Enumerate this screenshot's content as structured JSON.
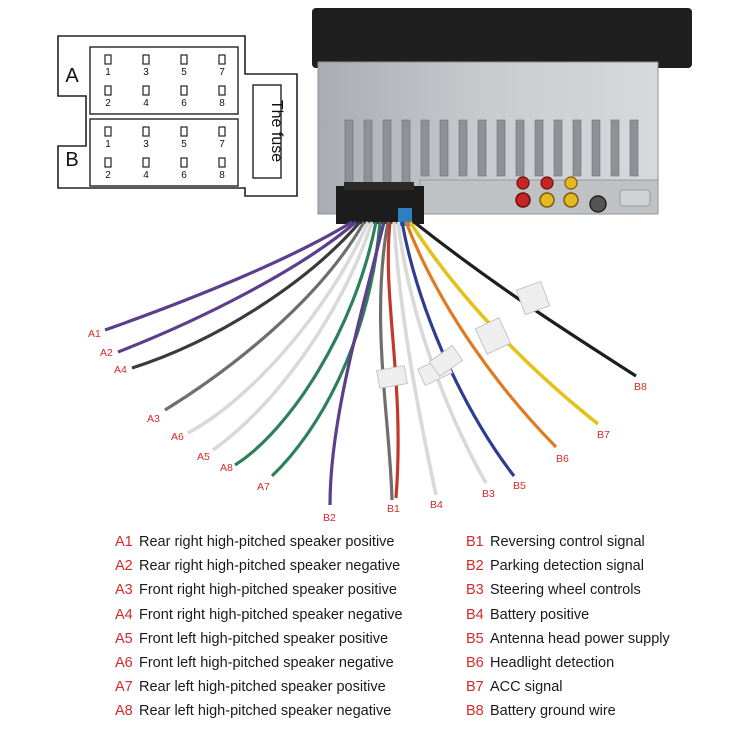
{
  "connector": {
    "row_a_label": "A",
    "row_b_label": "B",
    "fuse_label": "The fuse",
    "top_pins": [
      "1",
      "3",
      "5",
      "7"
    ],
    "bottom_pins": [
      "2",
      "4",
      "6",
      "8"
    ]
  },
  "wire_labels": {
    "A1": "A1",
    "A2": "A2",
    "A4": "A4",
    "A3": "A3",
    "A6": "A6",
    "A5": "A5",
    "A8": "A8",
    "A7": "A7",
    "B2": "B2",
    "B1": "B1",
    "B4": "B4",
    "B3": "B3",
    "B5": "B5",
    "B6": "B6",
    "B7": "B7",
    "B8": "B8"
  },
  "legend": {
    "left": [
      {
        "code": "A1",
        "desc": "Rear right high-pitched speaker positive"
      },
      {
        "code": "A2",
        "desc": "Rear right high-pitched speaker negative"
      },
      {
        "code": "A3",
        "desc": "Front right high-pitched speaker positive"
      },
      {
        "code": "A4",
        "desc": "Front right high-pitched speaker negative"
      },
      {
        "code": "A5",
        "desc": "Front left high-pitched speaker positive"
      },
      {
        "code": "A6",
        "desc": "Front left high-pitched speaker negative"
      },
      {
        "code": "A7",
        "desc": "Rear left high-pitched speaker positive"
      },
      {
        "code": "A8",
        "desc": "Rear left high-pitched speaker negative"
      }
    ],
    "right": [
      {
        "code": "B1",
        "desc": "Reversing control signal"
      },
      {
        "code": "B2",
        "desc": "Parking detection signal"
      },
      {
        "code": "B3",
        "desc": "Steering wheel controls"
      },
      {
        "code": "B4",
        "desc": "Battery positive"
      },
      {
        "code": "B5",
        "desc": "Antenna head power supply"
      },
      {
        "code": "B6",
        "desc": "Headlight detection"
      },
      {
        "code": "B7",
        "desc": "ACC signal"
      },
      {
        "code": "B8",
        "desc": "Battery ground wire"
      }
    ]
  },
  "colors": {
    "label_red": "#d42a2a",
    "purple": "#5b3f8c",
    "gray": "#6e6e6e",
    "dark_gray": "#3a3a3a",
    "white_wire": "#d9d9d9",
    "green": "#2f7f5a",
    "red": "#c0392b",
    "blue": "#2e3d8f",
    "orange": "#e07a1f",
    "yellow": "#e3c21a",
    "black": "#1e1e1e"
  }
}
